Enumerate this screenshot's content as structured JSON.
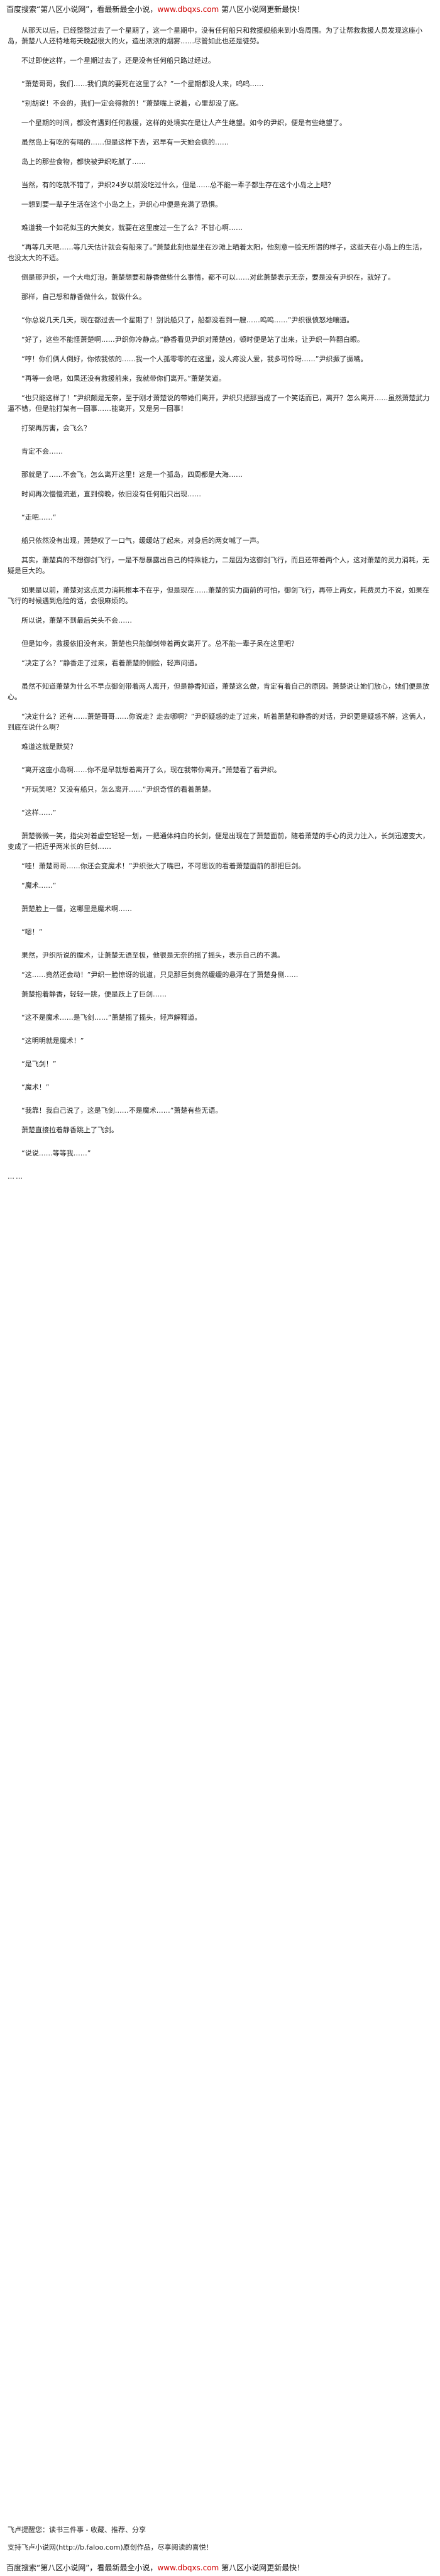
{
  "banner_top": {
    "prefix": "百度搜索“第八区小说网”，看最新最全小说，",
    "site": "www.dbqxs.com",
    "suffix": "  第八区小说网更新最快！"
  },
  "paragraphs": [
    "从那天以后，已经整整过去了一个星期了，这一个星期中，没有任何船只和救援舰船来到小岛周围。为了让帮救救援人员发现这座小岛，萧楚八人还特地每天晚起很大的火，造出浓浓的烟雾……尽管如此也还是徒劳。",
    "不过即使这样，一个星期过去了，还是没有任何船只路过经过。",
    "“萧楚哥哥，我们……我们真的要死在这里了么？”一个星期都没人来，呜呜……",
    "“别胡说！不会的，我们一定会得救的！”萧楚嘴上说着，心里却没了底。",
    "一个星期的时间，都没有遇到任何救援，这样的处境实在是让人产生绝望。如今的尹织，便是有些绝望了。",
    "虽然岛上有吃的有喝的……但是这样下去，迟早有一天她会疯的……",
    "岛上的那些食物，都快被尹织吃腻了……",
    "当然，有的吃就不错了，尹织24岁以前没吃过什么，但是……总不能一辈子都生存在这个小岛之上吧？",
    "一想到要一辈子生活在这个小岛之上，尹织心中便是充满了恐惧。",
    "难道我一个如花似玉的大美女，就要在这里度过一生了么？不甘心啊……",
    "“再等几天吧……等几天估计就会有船来了。”萧楚此刻也是坐在沙滩上晒着太阳，他刻意一脸无所谓的样子，这些天在小岛上的生活，也没太大的不适。",
    "倒是那尹织，一个大电灯泡，萧楚想要和静香做些什么事情，都不可以……对此萧楚表示无奈，要是没有尹织在，就好了。",
    "那样，自己想和静香做什么，就做什么。",
    "“你总说几天几天，现在都过去一个星期了！别说船只了，船都没看到一艘……呜呜……”尹织很愤怒地嚷道。",
    "“好了，这些不能怪萧楚啊……尹织你冷静点。”静香看见尹织对萧楚凶，顿时便是站了出来，让尹织一阵翻白眼。",
    "“哼！你们俩人倒好，你侬我侬的……我一个人孤零零的在这里，没人疼没人爱，我多可怜呀……”尹织撅了撅嘴。",
    "“再等一会吧，如果还没有救援前来，我就带你们离开。”萧楚笑道。",
    "“也只能这样了！”尹织颇是无奈，至于刚才萧楚说的带她们离开，尹织只把那当成了一个笑话而已，离开？怎么离开……虽然萧楚武力逼不错，但是能打架有一回事……能离开，又是另一回事！",
    "打架再厉害，会飞么？",
    "肯定不会……",
    "那就是了……不会飞，怎么离开这里！这是一个孤岛，四周都是大海……",
    "时间再次慢慢流逝，直到傍晚，依旧没有任何船只出现……",
    "“走吧……”",
    "船只依然没有出现，萧楚叹了一口气，缓缓站了起来，对身后的两女喊了一声。",
    "其实，萧楚真的不想御剑飞行，一是不想暴露出自己的特殊能力，二是因为这御剑飞行，而且还带着两个人，这对萧楚的灵力消耗，无疑是巨大的。",
    "如果是以前，萧楚对这点灵力消耗根本不在乎，但是现在……萧楚的实力面前的可怕，御剑飞行，再带上两女，耗费灵力不说，如果在飞行的时候遇到危险的话，会很麻烦的。",
    "所以说，萧楚不到最后关头不会……",
    "但是如今，救援依旧没有来，萧楚也只能御剑带着两女离开了。总不能一辈子呆在这里吧？",
    "“决定了么？”静香走了过来，看着萧楚的侧脸，轻声问道。",
    "虽然不知道萧楚为什么不早点御剑带着两人离开，但是静香知道，萧楚这么做，肯定有着自己的原因。萧楚说让她们放心，她们便是放心。",
    "“决定什么？还有……萧楚哥哥……你说走？走去哪啊？”尹织疑惑的走了过来，听着萧楚和静香的对话，尹织更是疑惑不解，这俩人，到底在说什么啊？",
    "难道这就是默契？",
    "“离开这座小岛啊……你不是早就想着离开了么，现在我带你离开。”萧楚看了看尹织。",
    "“开玩笑吧？又没有船只，怎么离开……”尹织奇怪的看着萧楚。",
    "“这样……”",
    "萧楚微微一笑，指尖对着虚空轻轻一划，一把通体纯白的长剑，便是出现在了萧楚面前，随着萧楚的手心的灵力注入，长剑迅速变大，变成了一把近乎两米长的巨剑……",
    "“哇！萧楚哥哥……你还会变魔术！”尹织张大了嘴巴，不可思议的看着萧楚面前的那把巨剑。",
    "“魔术……”",
    "萧楚脸上一僵，这哪里是魔术啊……",
    "“嗯！”",
    "果然，尹织所说的魔术，让萧楚无语至极，他很是无奈的摇了摇头，表示自己的不满。",
    "“这……竟然还会动！”尹织一脸惊讶的说道，只见那巨剑竟然缓缓的悬浮在了萧楚身侧……",
    "萧楚抱着静香，轻轻一跳，便是跃上了巨剑……",
    "“这不是魔术……是飞剑……”萧楚摇了摇头，轻声解释道。",
    "“这明明就是魔术！”",
    "“是飞剑！”",
    "“魔术！”",
    "“我靠！我自己说了，这是飞剑……不是魔术……”萧楚有些无语。",
    "萧楚直接拉着静香跳上了飞剑。",
    "“说说……等等我……”",
    "……"
  ],
  "footer": {
    "vote": "飞卢提醒您：读书三件事 - 收藏、推荐、分享",
    "link": "支持飞卢小说网(http://b.faloo.com)原创作品，尽享阅读的喜悦！"
  },
  "banner_bottom": {
    "prefix": "百度搜索“第八区小说网”，看最新最全小说，",
    "site": "www.dbqxs.com",
    "suffix": "  第八区小说网更新最快！"
  }
}
